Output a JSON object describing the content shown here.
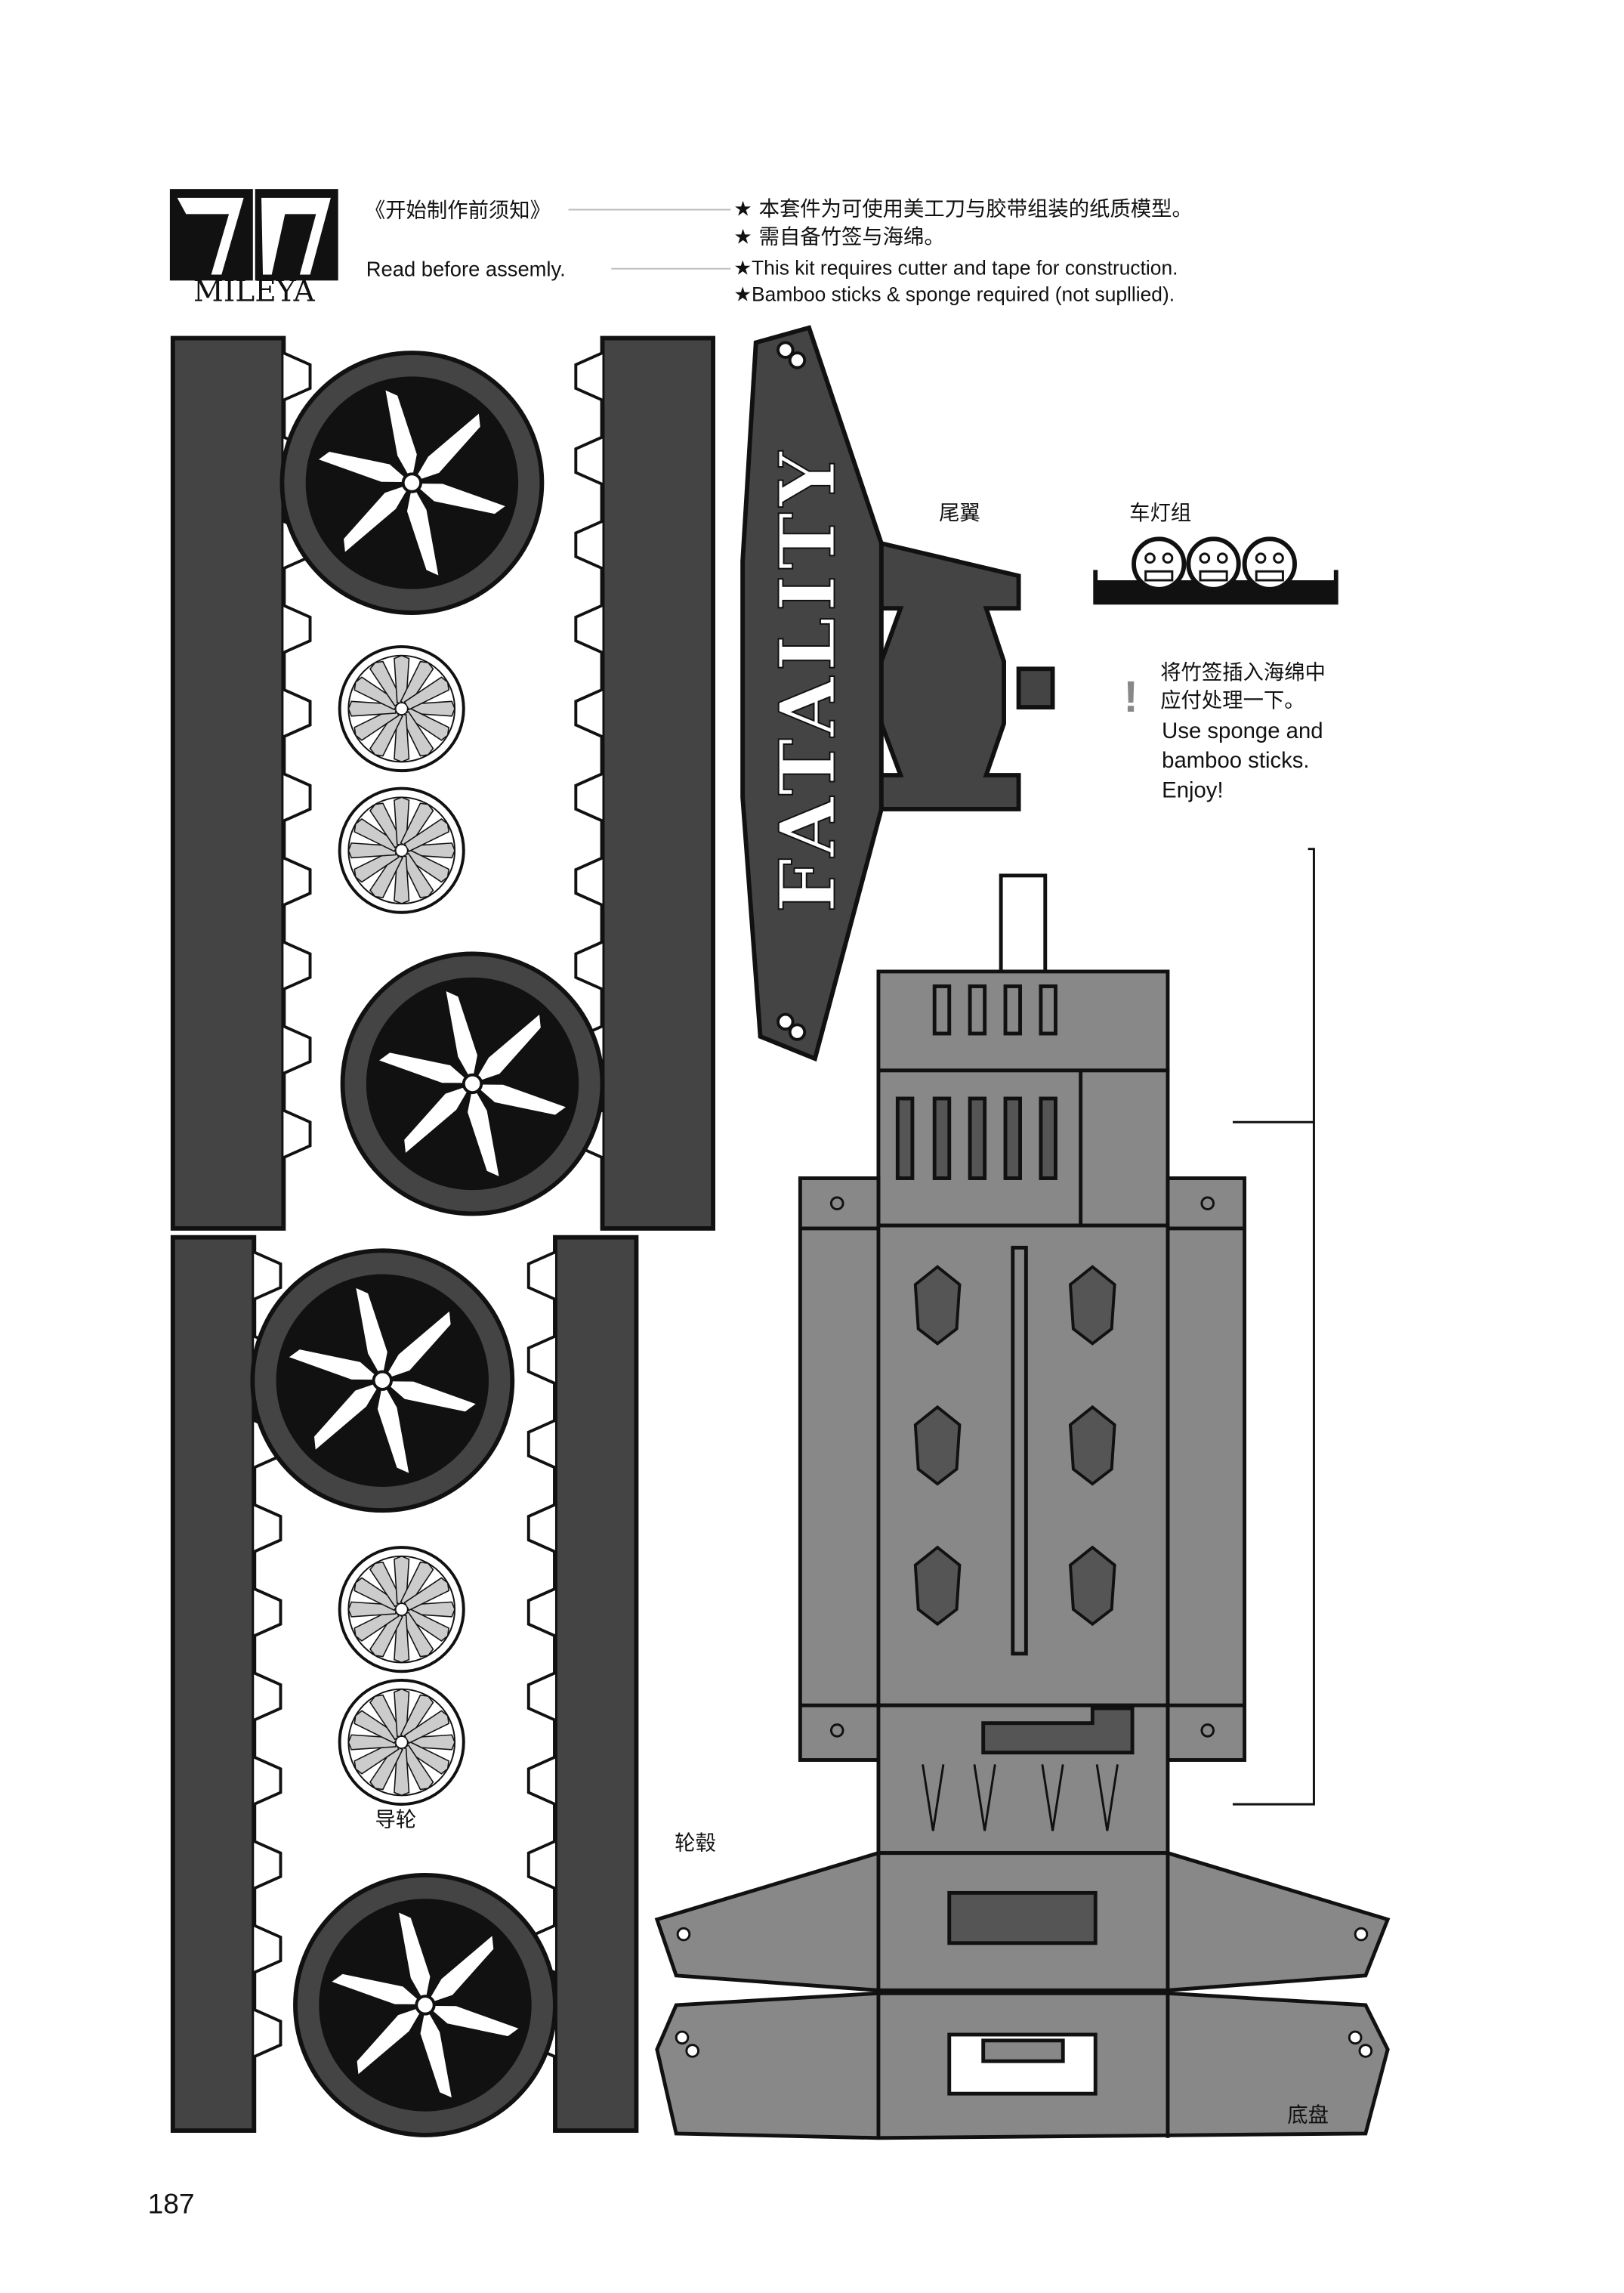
{
  "header": {
    "logo_text": "MILEYA",
    "logo_mark": "7/7",
    "notice_cn": "《开始制作前须知》",
    "notice_en": "Read before assemly.",
    "notes": [
      "★ 本套件为可使用美工刀与胶带组装的纸质模型。",
      "★ 需自备竹签与海绵。",
      "★This kit requires cutter and tape for construction.",
      "★Bamboo sticks & sponge required (not supllied)."
    ]
  },
  "labels": {
    "tail_wing": "尾翼",
    "light_group": "车灯组",
    "guide_wheel": "导轮",
    "hub": "轮毂",
    "chassis": "底盘",
    "wing_text": "FATALITY"
  },
  "tip": {
    "mark": "!",
    "lines": [
      "将竹签插入海绵中",
      "应付处理一下。",
      "Use sponge and",
      "bamboo sticks.",
      "Enjoy!"
    ]
  },
  "page_number": "187",
  "colors": {
    "dark": "#444444",
    "mid": "#888888",
    "black": "#111111"
  }
}
